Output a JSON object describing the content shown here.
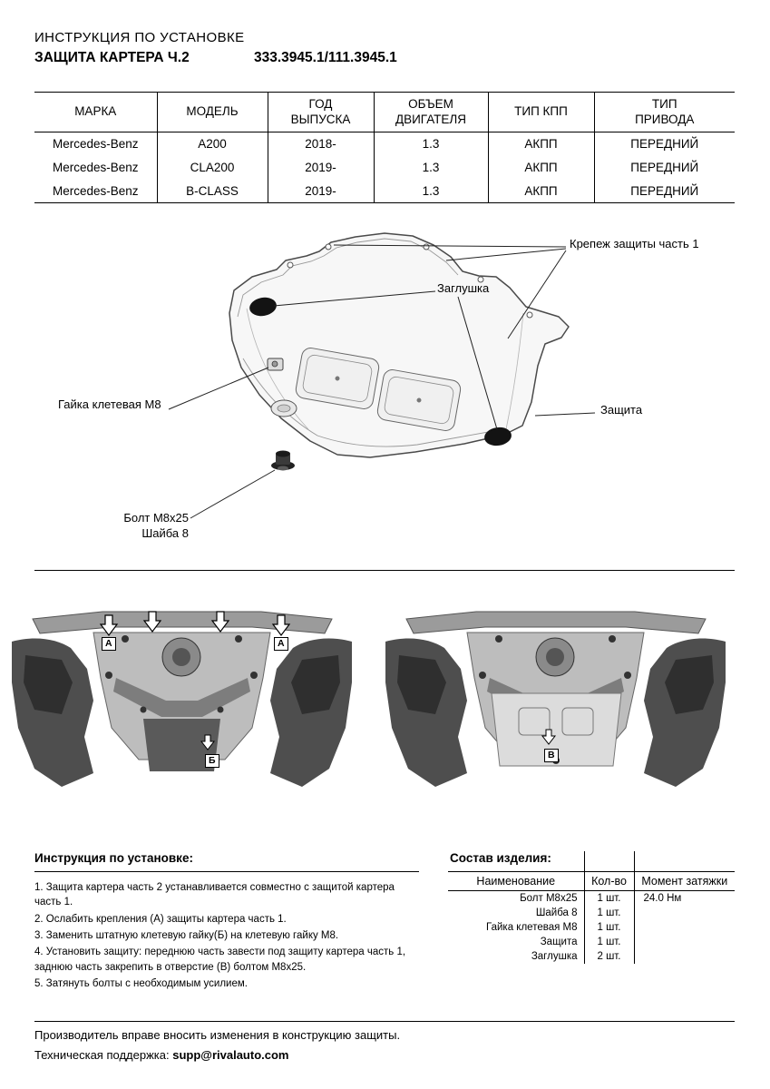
{
  "header": {
    "line1": "ИНСТРУКЦИЯ ПО УСТАНОВКЕ",
    "title": "ЗАЩИТА КАРТЕРА Ч.2",
    "part_code": "333.3945.1/111.3945.1"
  },
  "fitment_table": {
    "headers": [
      "МАРКА",
      "МОДЕЛЬ",
      "ГОД\nВЫПУСКА",
      "ОБЪЕМ\nДВИГАТЕЛЯ",
      "ТИП КПП",
      "ТИП\nПРИВОДА"
    ],
    "rows": [
      [
        "Mercedes-Benz",
        "A200",
        "2018-",
        "1.3",
        "АКПП",
        "ПЕРЕДНИЙ"
      ],
      [
        "Mercedes-Benz",
        "CLA200",
        "2019-",
        "1.3",
        "АКПП",
        "ПЕРЕДНИЙ"
      ],
      [
        "Mercedes-Benz",
        "B-CLASS",
        "2019-",
        "1.3",
        "АКПП",
        "ПЕРЕДНИЙ"
      ]
    ]
  },
  "diagram": {
    "labels": {
      "fastener": "Крепеж защиты часть 1",
      "plug": "Заглушка",
      "clip_nut": "Гайка клетевая М8",
      "shield": "Защита",
      "bolt": "Болт М8х25",
      "washer": "Шайба 8"
    }
  },
  "figures": {
    "markers": {
      "a": "А",
      "b": "Б",
      "v": "В"
    }
  },
  "instructions": {
    "title": "Инструкция по установке:",
    "items": [
      "1. Защита картера часть 2 устанавливается совместно с защитой картера часть 1.",
      "2. Ослабить крепления (А) защиты картера часть 1.",
      "3. Заменить штатную клетевую гайку(Б) на клетевую гайку М8.",
      "4. Установить защиту: переднюю часть завести под защиту картера часть 1, заднюю часть закрепить в отверстие (В) болтом М8х25.",
      "5. Затянуть болты с необходимым усилием."
    ]
  },
  "parts_list": {
    "title": "Состав изделия:",
    "headers": [
      "Наименование",
      "Кол-во",
      "Момент затяжки"
    ],
    "rows": [
      [
        "Болт М8х25",
        "1 шт.",
        "24.0 Нм"
      ],
      [
        "Шайба 8",
        "1 шт.",
        ""
      ],
      [
        "Гайка клетевая М8",
        "1 шт.",
        ""
      ],
      [
        "Защита",
        "1 шт.",
        ""
      ],
      [
        "Заглушка",
        "2 шт.",
        ""
      ]
    ]
  },
  "footer": {
    "note": "Производитель вправе вносить изменения в конструкцию защиты.",
    "support_label": "Техническая поддержка:",
    "support_email": "supp@rivalauto.com"
  },
  "colors": {
    "text": "#000000",
    "rule": "#000000",
    "plate_fill": "#f7f7f7",
    "plug_fill": "#111111",
    "dark_metal": "#4e4e4e"
  }
}
